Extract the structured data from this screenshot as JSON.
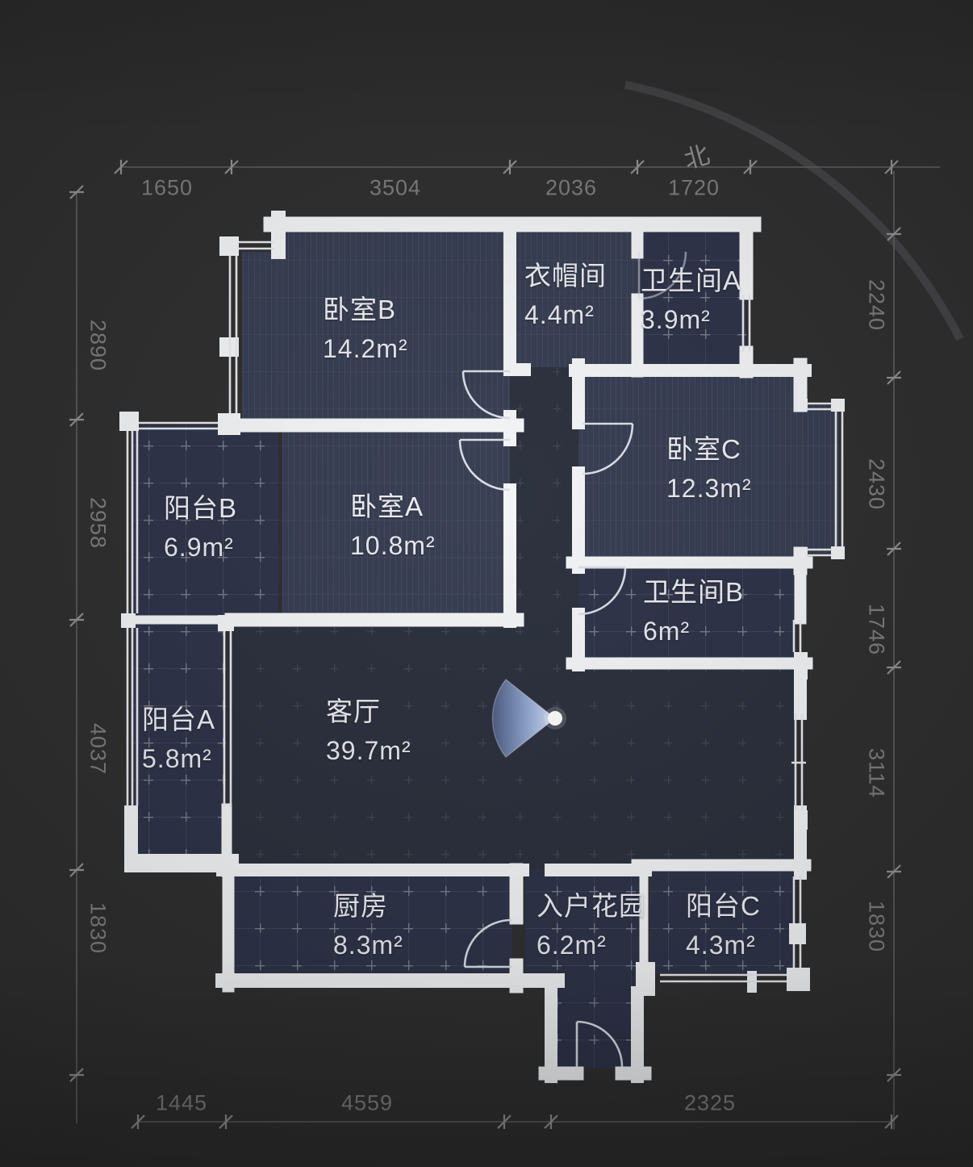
{
  "plan": {
    "type": "apartment-floor-plan",
    "north_label": "北",
    "rooms": {
      "bedroom_b": {
        "name": "卧室B",
        "area": "14.2m²"
      },
      "cloakroom": {
        "name": "衣帽间",
        "area": "4.4m²"
      },
      "bathroom_a": {
        "name": "卫生间A",
        "area": "3.9m²"
      },
      "bedroom_c": {
        "name": "卧室C",
        "area": "12.3m²"
      },
      "balcony_b": {
        "name": "阳台B",
        "area": "6.9m²"
      },
      "bedroom_a": {
        "name": "卧室A",
        "area": "10.8m²"
      },
      "bathroom_b": {
        "name": "卫生间B",
        "area": "6m²"
      },
      "living_room": {
        "name": "客厅",
        "area": "39.7m²"
      },
      "balcony_a": {
        "name": "阳台A",
        "area": "5.8m²"
      },
      "kitchen": {
        "name": "厨房",
        "area": "8.3m²"
      },
      "entry_garden": {
        "name": "入户花园",
        "area": "6.2m²"
      },
      "balcony_c": {
        "name": "阳台C",
        "area": "4.3m²"
      }
    },
    "dimensions": {
      "top": [
        "1650",
        "3504",
        "2036",
        "1720"
      ],
      "bottom": [
        "1445",
        "4559",
        "2325"
      ],
      "left": [
        "2890",
        "2958",
        "4037",
        "1830"
      ],
      "right": [
        "2240",
        "2430",
        "1746",
        "3114",
        "1830"
      ]
    },
    "colors": {
      "background": "#2c2c2c",
      "wall": "#f3f5f7",
      "room_fill": "#343a4f",
      "wet_room_fill": "#2b3046",
      "living_fill": "#282d3a",
      "dimension_text": "#7b7b7b",
      "camera_cone": "#a9c2ec"
    }
  }
}
